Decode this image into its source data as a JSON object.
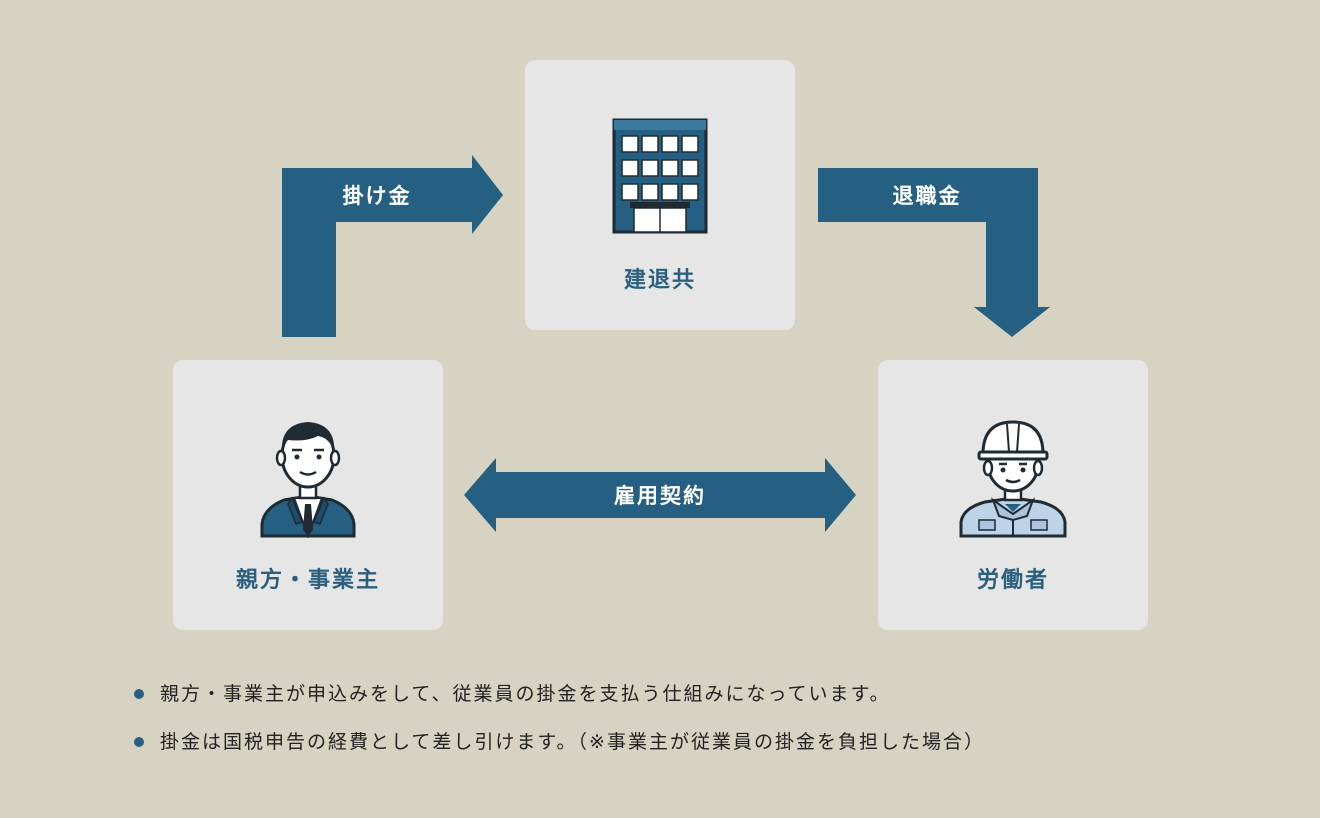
{
  "colors": {
    "background": "#d6d3c2",
    "box": "#e6e6e6",
    "accent": "#255f82",
    "text": "#222222"
  },
  "nodes": {
    "kentaikyo": {
      "label": "建退共",
      "icon": "office-building-icon"
    },
    "employer": {
      "label": "親方・事業主",
      "icon": "businessman-icon"
    },
    "worker": {
      "label": "労働者",
      "icon": "construction-worker-icon"
    }
  },
  "arrows": {
    "contribution": {
      "label": "掛け金"
    },
    "retirement": {
      "label": "退職金"
    },
    "employment": {
      "label": "雇用契約"
    }
  },
  "notes": [
    "親方・事業主が申込みをして、従業員の掛金を支払う仕組みになっています。",
    "掛金は国税申告の経費として差し引けます。（※事業主が従業員の掛金を負担した場合）"
  ]
}
